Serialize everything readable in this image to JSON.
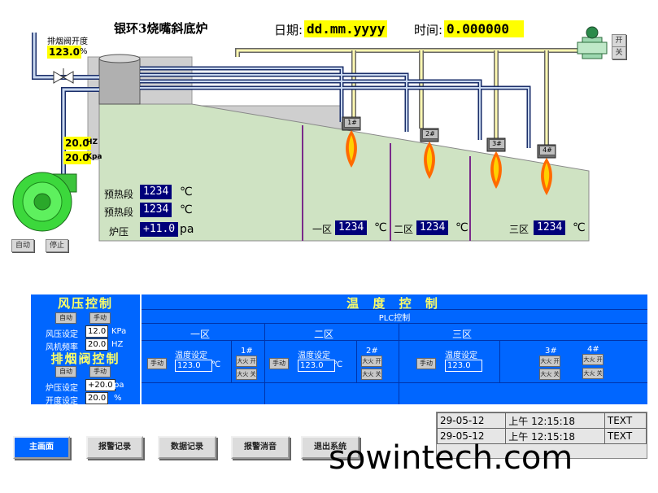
{
  "header": {
    "title": "银环3烧嘴斜底炉",
    "date_label": "日期:",
    "date_value": "dd.mm.yyyy",
    "time_label": "时间:",
    "time_value": "0.000000"
  },
  "exhaust_valve": {
    "label": "排烟阀开度",
    "value": "123.0",
    "unit": "%"
  },
  "fan": {
    "freq_value": "20.0",
    "freq_unit": "HZ",
    "pressure_value": "20.0",
    "pressure_unit": "Kpa",
    "auto_label": "自动",
    "stop_label": "停止"
  },
  "top_valve_buttons": [
    "开",
    "关"
  ],
  "furnace": {
    "preheat1_label": "预热段",
    "preheat1_value": "1234",
    "preheat2_label": "预热段",
    "preheat2_value": "1234",
    "temp_unit": "℃",
    "pressure_label": "炉压",
    "pressure_value": "+11.0",
    "pressure_unit": "pa",
    "zones": [
      {
        "label": "一区",
        "value": "1234"
      },
      {
        "label": "二区",
        "value": "1234"
      },
      {
        "label": "三区",
        "value": "1234"
      }
    ],
    "burners": [
      "1#",
      "2#",
      "3#",
      "4#"
    ]
  },
  "wind_panel": {
    "title": "风压控制",
    "auto": "自动",
    "manual": "手动",
    "pressure_set_label": "风压设定",
    "pressure_set_value": "12.0",
    "pressure_set_unit": "KPa",
    "freq_label": "风机频率",
    "freq_value": "20.0",
    "freq_unit": "HZ"
  },
  "valve_panel": {
    "title": "排烟阀控制",
    "auto": "自动",
    "manual": "手动",
    "furnace_pressure_label": "炉压设定",
    "furnace_pressure_value": "+20.0",
    "furnace_pressure_unit": "pa",
    "opening_label": "开度设定",
    "opening_value": "20.0",
    "opening_unit": "%"
  },
  "temp_panel": {
    "title": "温 度 控 制",
    "plc_label": "PLC控制",
    "zones": [
      {
        "label": "一区",
        "mode": "手动",
        "set_label": "温度设定",
        "set_value": "123.0",
        "unit": "℃"
      },
      {
        "label": "二区",
        "mode": "手动",
        "set_label": "温度设定",
        "set_value": "123.0",
        "unit": "℃"
      },
      {
        "label": "三区",
        "mode": "手动",
        "set_label": "温度设定",
        "set_value": "123.0",
        "unit": ""
      }
    ],
    "burner_ctrl": [
      {
        "label": "1#",
        "on": "大火 开",
        "off": "大火 关"
      },
      {
        "label": "2#",
        "on": "大火 开",
        "off": "大火 关"
      },
      {
        "label": "3#",
        "on": "大火 开",
        "off": "大火 关"
      },
      {
        "label": "4#",
        "on": "大火 开",
        "off": "大火 关"
      }
    ]
  },
  "nav": {
    "main": "主画面",
    "alarm_log": "报警记录",
    "data_log": "数据记录",
    "alarm_clear": "报警消音",
    "exit": "退出系统"
  },
  "alarms": [
    {
      "date": "29-05-12",
      "time": "上午 12:15:18",
      "text": "TEXT"
    },
    {
      "date": "29-05-12",
      "time": "上午 12:15:18",
      "text": "TEXT"
    }
  ],
  "watermark": "sowintech.com",
  "colors": {
    "furnace_fill": "#cfe3c3",
    "panel_blue": "#0066ff",
    "value_navy": "#00007a",
    "highlight_yellow": "#ffff00"
  }
}
